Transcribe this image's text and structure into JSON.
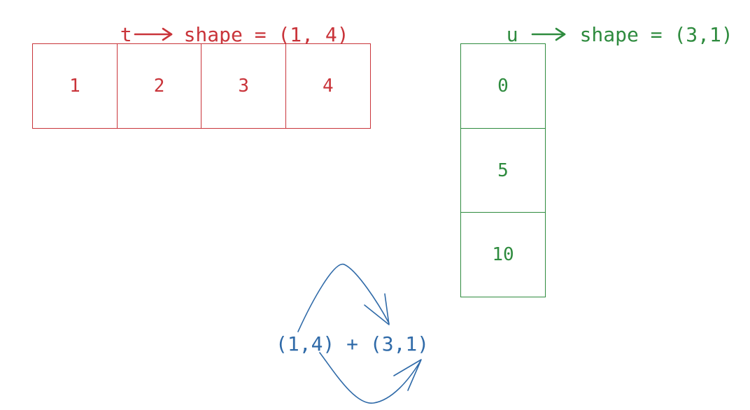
{
  "t_label": {
    "name": "t",
    "text": "shape = (1, 4)",
    "color": "#c9343a"
  },
  "u_label": {
    "name": "u",
    "text": "shape = (3,1)",
    "color": "#2e8b3e"
  },
  "t_values": [
    "1",
    "2",
    "3",
    "4"
  ],
  "u_values": [
    "0",
    "5",
    "10"
  ],
  "expression": "(1,4) + (3,1)",
  "expression_color": "#2f6aa8"
}
